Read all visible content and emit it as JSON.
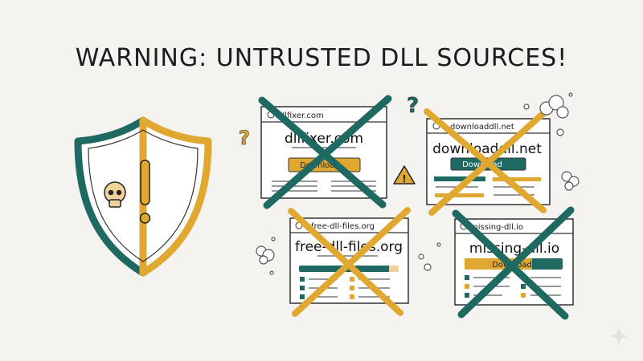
{
  "title": "WARNING: UNTRUSTED DLL SOURCES!",
  "colors": {
    "teal": "#1e6a62",
    "gold": "#e0a830",
    "background": "#f5f3ef",
    "ink": "#222222"
  },
  "shield": {
    "icons": [
      "skull-icon",
      "exclamation-icon"
    ]
  },
  "sites": [
    {
      "url": "dllfixer.com",
      "heading": "dllfixer.com",
      "button": "Download",
      "button_color": "gold",
      "cross_color": "teal"
    },
    {
      "url": "downloaddll.net",
      "heading": "downloaddll.net",
      "button": "Download",
      "button_color": "teal",
      "cross_color": "gold"
    },
    {
      "url": "free-dll-files.org",
      "heading": "free-dll-files.org",
      "cross_color": "gold"
    },
    {
      "url": "missing-dll.io",
      "heading": "missing-dll.io",
      "button": "Download",
      "button_color": "gold",
      "cross_color": "teal"
    }
  ],
  "decorations": {
    "question_mark": "?",
    "warning_mark": "!"
  }
}
